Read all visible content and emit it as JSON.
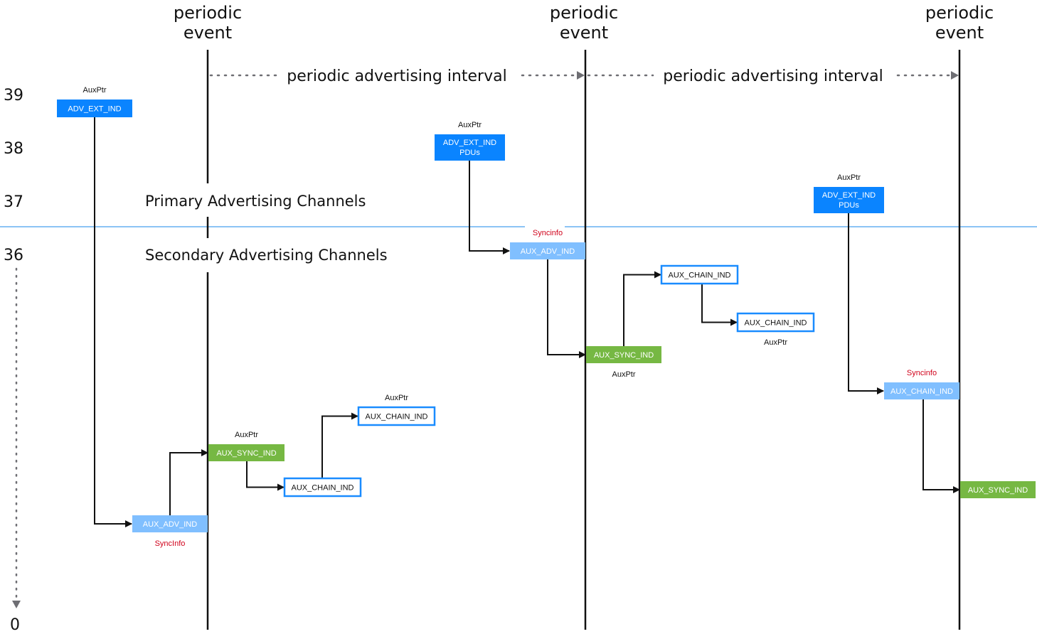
{
  "colors": {
    "primary_pdu": "#0a84ff",
    "aux_adv": "#80bfff",
    "sync": "#76b843",
    "chain_border": "#1a8cff",
    "separator": "#8cc4f5",
    "syncinfo_text": "#d0021b",
    "line": "#111111",
    "interval_arrow": "#6e6e73"
  },
  "periodic_events": [
    {
      "label_line1": "periodic",
      "label_line2": "event"
    },
    {
      "label_line1": "periodic",
      "label_line2": "event"
    },
    {
      "label_line1": "periodic",
      "label_line2": "event"
    }
  ],
  "intervals": [
    {
      "label": "periodic advertising interval"
    },
    {
      "label": "periodic advertising interval"
    }
  ],
  "channel_labels": [
    "39",
    "38",
    "37",
    "36",
    "0"
  ],
  "regions": {
    "primary": "Primary Advertising Channels",
    "secondary": "Secondary Advertising Channels"
  },
  "pdus": [
    {
      "id": "p1",
      "line1": "ADV_EXT_IND",
      "line2": "",
      "style": "primary",
      "note": "AuxPtr",
      "note_style": "auxptr",
      "note_pos": "above"
    },
    {
      "id": "p2",
      "line1": "ADV_EXT_IND",
      "line2": "PDUs",
      "style": "primary",
      "note": "AuxPtr",
      "note_style": "auxptr",
      "note_pos": "above"
    },
    {
      "id": "p3",
      "line1": "ADV_EXT_IND",
      "line2": "PDUs",
      "style": "primary",
      "note": "AuxPtr",
      "note_style": "auxptr",
      "note_pos": "above"
    },
    {
      "id": "a1",
      "line1": "AUX_ADV_IND",
      "line2": "",
      "style": "aux",
      "note": "SyncInfo",
      "note_style": "syncinfo",
      "note_pos": "below"
    },
    {
      "id": "s1",
      "line1": "AUX_SYNC_IND",
      "line2": "",
      "style": "sync",
      "note": "AuxPtr",
      "note_style": "auxptr",
      "note_pos": "above"
    },
    {
      "id": "c1",
      "line1": "AUX_CHAIN_IND",
      "line2": "",
      "style": "chain",
      "note": "",
      "note_style": "",
      "note_pos": ""
    },
    {
      "id": "c2",
      "line1": "AUX_CHAIN_IND",
      "line2": "",
      "style": "chain",
      "note": "AuxPtr",
      "note_style": "auxptr",
      "note_pos": "above"
    },
    {
      "id": "a2",
      "line1": "AUX_ADV_IND",
      "line2": "",
      "style": "aux",
      "note": "Syncinfo",
      "note_style": "syncinfo",
      "note_pos": "above"
    },
    {
      "id": "s2",
      "line1": "AUX_SYNC_IND",
      "line2": "",
      "style": "sync",
      "note": "AuxPtr",
      "note_style": "auxptr",
      "note_pos": "below"
    },
    {
      "id": "c3",
      "line1": "AUX_CHAIN_IND",
      "line2": "",
      "style": "chain",
      "note": "",
      "note_style": "",
      "note_pos": ""
    },
    {
      "id": "c4",
      "line1": "AUX_CHAIN_IND",
      "line2": "",
      "style": "chain",
      "note": "AuxPtr",
      "note_style": "auxptr",
      "note_pos": "below"
    },
    {
      "id": "a3",
      "line1": "AUX_CHAIN_IND",
      "line2": "",
      "style": "aux",
      "note": "Syncinfo",
      "note_style": "syncinfo",
      "note_pos": "above"
    },
    {
      "id": "s3",
      "line1": "AUX_SYNC_IND",
      "line2": "",
      "style": "sync",
      "note": "",
      "note_style": "",
      "note_pos": ""
    }
  ],
  "connections": [
    {
      "from": "p1",
      "to": "a1"
    },
    {
      "from": "a1",
      "to": "s1"
    },
    {
      "from": "s1",
      "to": "c1"
    },
    {
      "from": "c1",
      "to": "c2"
    },
    {
      "from": "p2",
      "to": "a2"
    },
    {
      "from": "a2",
      "to": "s2"
    },
    {
      "from": "s2",
      "to": "c3"
    },
    {
      "from": "c3",
      "to": "c4"
    },
    {
      "from": "p3",
      "to": "a3"
    },
    {
      "from": "a3",
      "to": "s3"
    }
  ]
}
